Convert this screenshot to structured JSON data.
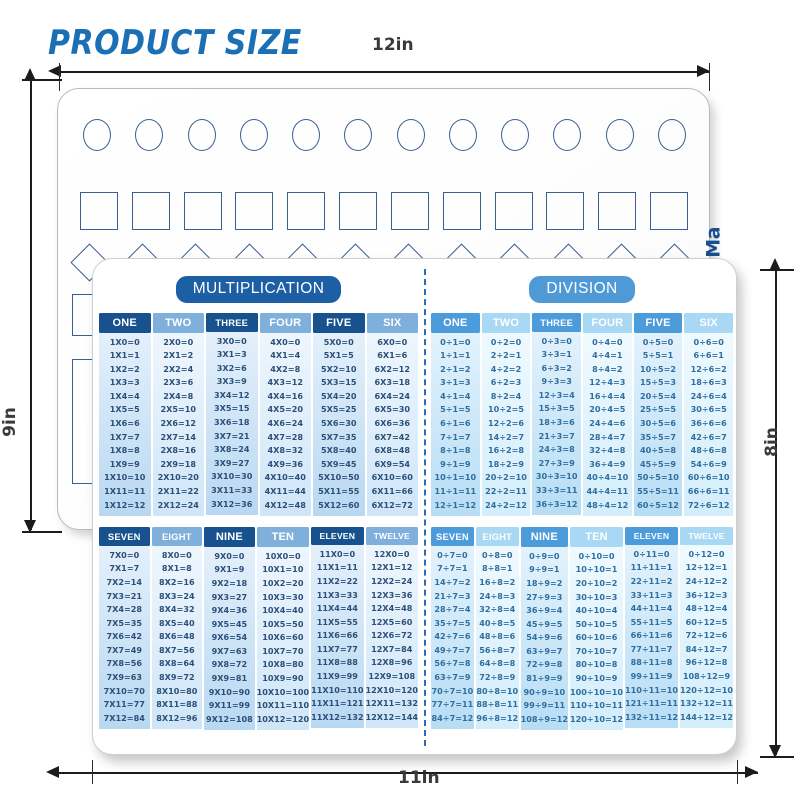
{
  "title": "PRODUCT SIZE",
  "dimensions": {
    "top": "12in",
    "left": "9in",
    "right": "8in",
    "bottom": "11in"
  },
  "back_board": {
    "partial_text": "Ma",
    "circles_count": 12,
    "squares_count": 12,
    "diamonds_count": 12
  },
  "chart": {
    "multiplication": {
      "badge": "MULTIPLICATION",
      "blocks": [
        {
          "columns": [
            {
              "header": "ONE",
              "cells": [
                "1X0=0",
                "1X1=1",
                "1X2=2",
                "1X3=3",
                "1X4=4",
                "1X5=5",
                "1X6=6",
                "1X7=7",
                "1X8=8",
                "1X9=9",
                "1X10=10",
                "1X11=11",
                "1X12=12"
              ]
            },
            {
              "header": "TWO",
              "cells": [
                "2X0=0",
                "2X1=2",
                "2X2=4",
                "2X3=6",
                "2X4=8",
                "2X5=10",
                "2X6=12",
                "2X7=14",
                "2X8=16",
                "2X9=18",
                "2X10=20",
                "2X11=22",
                "2X12=24"
              ]
            },
            {
              "header": "THREE",
              "cells": [
                "3X0=0",
                "3X1=3",
                "3X2=6",
                "3X3=9",
                "3X4=12",
                "3X5=15",
                "3X6=18",
                "3X7=21",
                "3X8=24",
                "3X9=27",
                "3X10=30",
                "3X11=33",
                "3X12=36"
              ]
            },
            {
              "header": "FOUR",
              "cells": [
                "4X0=0",
                "4X1=4",
                "4X2=8",
                "4X3=12",
                "4X4=16",
                "4X5=20",
                "4X6=24",
                "4X7=28",
                "4X8=32",
                "4X9=36",
                "4X10=40",
                "4X11=44",
                "4X12=48"
              ]
            },
            {
              "header": "FIVE",
              "cells": [
                "5X0=0",
                "5X1=5",
                "5X2=10",
                "5X3=15",
                "5X4=20",
                "5X5=25",
                "5X6=30",
                "5X7=35",
                "5X8=40",
                "5X9=45",
                "5X10=50",
                "5X11=55",
                "5X12=60"
              ]
            },
            {
              "header": "SIX",
              "cells": [
                "6X0=0",
                "6X1=6",
                "6X2=12",
                "6X3=18",
                "6X4=24",
                "6X5=30",
                "6X6=36",
                "6X7=42",
                "6X8=48",
                "6X9=54",
                "6X10=60",
                "6X11=66",
                "6X12=72"
              ]
            }
          ]
        },
        {
          "columns": [
            {
              "header": "SEVEN",
              "cells": [
                "7X0=0",
                "7X1=7",
                "7X2=14",
                "7X3=21",
                "7X4=28",
                "7X5=35",
                "7X6=42",
                "7X7=49",
                "7X8=56",
                "7X9=63",
                "7X10=70",
                "7X11=77",
                "7X12=84"
              ]
            },
            {
              "header": "EIGHT",
              "cells": [
                "8X0=0",
                "8X1=8",
                "8X2=16",
                "8X3=24",
                "8X4=32",
                "8X5=40",
                "8X6=48",
                "8X7=56",
                "8X8=64",
                "8X9=72",
                "8X10=80",
                "8X11=88",
                "8X12=96"
              ]
            },
            {
              "header": "NINE",
              "cells": [
                "9X0=0",
                "9X1=9",
                "9X2=18",
                "9X3=27",
                "9X4=36",
                "9X5=45",
                "9X6=54",
                "9X7=63",
                "9X8=72",
                "9X9=81",
                "9X10=90",
                "9X11=99",
                "9X12=108"
              ]
            },
            {
              "header": "TEN",
              "cells": [
                "10X0=0",
                "10X1=10",
                "10X2=20",
                "10X3=30",
                "10X4=40",
                "10X5=50",
                "10X6=60",
                "10X7=70",
                "10X8=80",
                "10X9=90",
                "10X10=100",
                "10X11=110",
                "10X12=120"
              ]
            },
            {
              "header": "ELEVEN",
              "cells": [
                "11X0=0",
                "11X1=11",
                "11X2=22",
                "11X3=33",
                "11X4=44",
                "11X5=55",
                "11X6=66",
                "11X7=77",
                "11X8=88",
                "11X9=99",
                "11X10=110",
                "11X11=121",
                "11X12=132"
              ]
            },
            {
              "header": "TWELVE",
              "cells": [
                "12X0=0",
                "12X1=12",
                "12X2=24",
                "12X3=36",
                "12X4=48",
                "12X5=60",
                "12X6=72",
                "12X7=84",
                "12X8=96",
                "12X9=108",
                "12X10=120",
                "12X11=132",
                "12X12=144"
              ]
            }
          ]
        }
      ]
    },
    "division": {
      "badge": "DIVISION",
      "blocks": [
        {
          "columns": [
            {
              "header": "ONE",
              "cells": [
                "0÷1=0",
                "1÷1=1",
                "2÷1=2",
                "3÷1=3",
                "4÷1=4",
                "5÷1=5",
                "6÷1=6",
                "7÷1=7",
                "8÷1=8",
                "9÷1=9",
                "10÷1=10",
                "11÷1=11",
                "12÷1=12"
              ]
            },
            {
              "header": "TWO",
              "cells": [
                "0÷2=0",
                "2÷2=1",
                "4÷2=2",
                "6÷2=3",
                "8÷2=4",
                "10÷2=5",
                "12÷2=6",
                "14÷2=7",
                "16÷2=8",
                "18÷2=9",
                "20÷2=10",
                "22÷2=11",
                "24÷2=12"
              ]
            },
            {
              "header": "THREE",
              "cells": [
                "0÷3=0",
                "3÷3=1",
                "6÷3=2",
                "9÷3=3",
                "12÷3=4",
                "15÷3=5",
                "18÷3=6",
                "21÷3=7",
                "24÷3=8",
                "27÷3=9",
                "30÷3=10",
                "33÷3=11",
                "36÷3=12"
              ]
            },
            {
              "header": "FOUR",
              "cells": [
                "0÷4=0",
                "4÷4=1",
                "8÷4=2",
                "12÷4=3",
                "16÷4=4",
                "20÷4=5",
                "24÷4=6",
                "28÷4=7",
                "32÷4=8",
                "36÷4=9",
                "40÷4=10",
                "44÷4=11",
                "48÷4=12"
              ]
            },
            {
              "header": "FIVE",
              "cells": [
                "0÷5=0",
                "5÷5=1",
                "10÷5=2",
                "15÷5=3",
                "20÷5=4",
                "25÷5=5",
                "30÷5=6",
                "35÷5=7",
                "40÷5=8",
                "45÷5=9",
                "50÷5=10",
                "55÷5=11",
                "60÷5=12"
              ]
            },
            {
              "header": "SIX",
              "cells": [
                "0÷6=0",
                "6÷6=1",
                "12÷6=2",
                "18÷6=3",
                "24÷6=4",
                "30÷6=5",
                "36÷6=6",
                "42÷6=7",
                "48÷6=8",
                "54÷6=9",
                "60÷6=10",
                "66÷6=11",
                "72÷6=12"
              ]
            }
          ]
        },
        {
          "columns": [
            {
              "header": "SEVEN",
              "cells": [
                "0÷7=0",
                "7÷7=1",
                "14÷7=2",
                "21÷7=3",
                "28÷7=4",
                "35÷7=5",
                "42÷7=6",
                "49÷7=7",
                "56÷7=8",
                "63÷7=9",
                "70÷7=10",
                "77÷7=11",
                "84÷7=12"
              ]
            },
            {
              "header": "EIGHT",
              "cells": [
                "0÷8=0",
                "8÷8=1",
                "16÷8=2",
                "24÷8=3",
                "32÷8=4",
                "40÷8=5",
                "48÷8=6",
                "56÷8=7",
                "64÷8=8",
                "72÷8=9",
                "80÷8=10",
                "88÷8=11",
                "96÷8=12"
              ]
            },
            {
              "header": "NINE",
              "cells": [
                "0÷9=0",
                "9÷9=1",
                "18÷9=2",
                "27÷9=3",
                "36÷9=4",
                "45÷9=5",
                "54÷9=6",
                "63÷9=7",
                "72÷9=8",
                "81÷9=9",
                "90÷9=10",
                "99÷9=11",
                "108÷9=12"
              ]
            },
            {
              "header": "TEN",
              "cells": [
                "0÷10=0",
                "10÷10=1",
                "20÷10=2",
                "30÷10=3",
                "40÷10=4",
                "50÷10=5",
                "60÷10=6",
                "70÷10=7",
                "80÷10=8",
                "90÷10=9",
                "100÷10=10",
                "110÷10=11",
                "120÷10=12"
              ]
            },
            {
              "header": "ELEVEN",
              "cells": [
                "0÷11=0",
                "11÷11=1",
                "22÷11=2",
                "33÷11=3",
                "44÷11=4",
                "55÷11=5",
                "66÷11=6",
                "77÷11=7",
                "88÷11=8",
                "99÷11=9",
                "110÷11=10",
                "121÷11=11",
                "132÷11=12"
              ]
            },
            {
              "header": "TWELVE",
              "cells": [
                "0÷12=0",
                "12÷12=1",
                "24÷12=2",
                "36÷12=3",
                "48÷12=4",
                "60÷12=5",
                "72÷12=6",
                "84÷12=7",
                "96÷12=8",
                "108÷12=9",
                "120÷12=10",
                "132÷12=11",
                "144÷12=12"
              ]
            }
          ]
        }
      ]
    }
  },
  "colors": {
    "title_blue": "#1b6fb4",
    "mult_dark": "#17528f",
    "mult_light": "#7fafdb",
    "div_dark": "#4c9bdb",
    "div_light": "#a8d8f4",
    "outline_blue": "#3a5f91"
  }
}
